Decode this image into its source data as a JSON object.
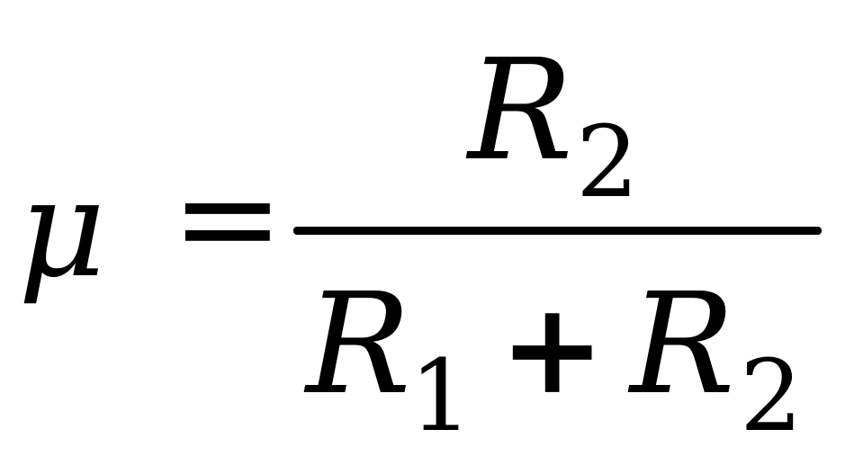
{
  "formula": {
    "lhs_symbol": "μ",
    "equals": "=",
    "numerator": {
      "symbol": "R",
      "subscript": "2"
    },
    "denominator": {
      "term1": {
        "symbol": "R",
        "subscript": "1"
      },
      "operator": "+",
      "term2": {
        "symbol": "R",
        "subscript": "2"
      }
    }
  }
}
